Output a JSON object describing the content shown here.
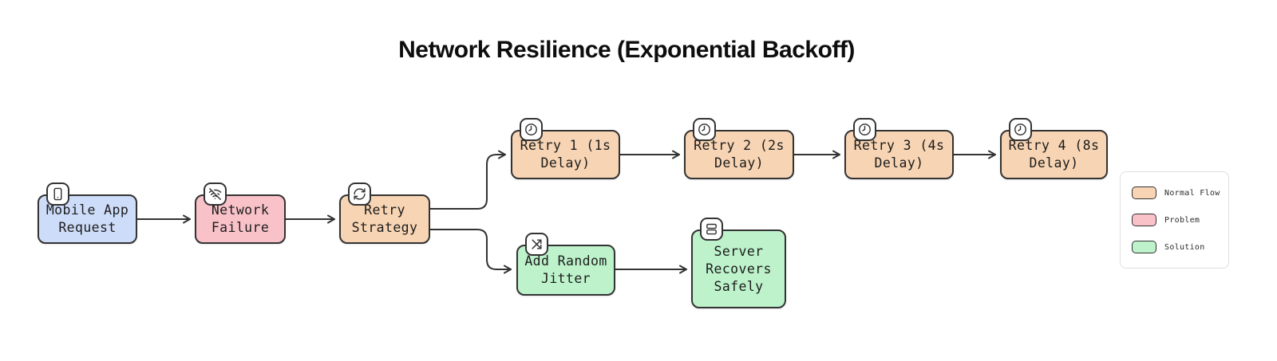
{
  "title": "Network Resilience (Exponential Backoff)",
  "colors": {
    "normal_flow": "#f7d4b3",
    "problem": "#f8c2c8",
    "solution": "#bdf2cb",
    "request": "#cddcf8",
    "stroke": "#333333"
  },
  "nodes": {
    "mobile": {
      "label": "Mobile App\nRequest",
      "icon": "smartphone-icon",
      "type": "request"
    },
    "failure": {
      "label": "Network\nFailure",
      "icon": "wifi-off-icon",
      "type": "problem"
    },
    "strategy": {
      "label": "Retry\nStrategy",
      "icon": "refresh-icon",
      "type": "normal_flow"
    },
    "retry1": {
      "label": "Retry 1 (1s\nDelay)",
      "icon": "clock-icon",
      "type": "normal_flow"
    },
    "retry2": {
      "label": "Retry 2 (2s\nDelay)",
      "icon": "clock-icon",
      "type": "normal_flow"
    },
    "retry3": {
      "label": "Retry 3 (4s\nDelay)",
      "icon": "clock-icon",
      "type": "normal_flow"
    },
    "retry4": {
      "label": "Retry 4 (8s\nDelay)",
      "icon": "clock-icon",
      "type": "normal_flow"
    },
    "jitter": {
      "label": "Add Random\nJitter",
      "icon": "shuffle-icon",
      "type": "solution"
    },
    "server": {
      "label": "Server\nRecovers\nSafely",
      "icon": "server-icon",
      "type": "solution"
    }
  },
  "edges": [
    {
      "from": "mobile",
      "to": "failure"
    },
    {
      "from": "failure",
      "to": "strategy"
    },
    {
      "from": "strategy",
      "to": "retry1"
    },
    {
      "from": "strategy",
      "to": "jitter"
    },
    {
      "from": "retry1",
      "to": "retry2"
    },
    {
      "from": "retry2",
      "to": "retry3"
    },
    {
      "from": "retry3",
      "to": "retry4"
    },
    {
      "from": "jitter",
      "to": "server"
    }
  ],
  "legend": {
    "items": [
      {
        "label": "Normal Flow",
        "color": "#f7d4b3"
      },
      {
        "label": "Problem",
        "color": "#f8c2c8"
      },
      {
        "label": "Solution",
        "color": "#bdf2cb"
      }
    ]
  }
}
